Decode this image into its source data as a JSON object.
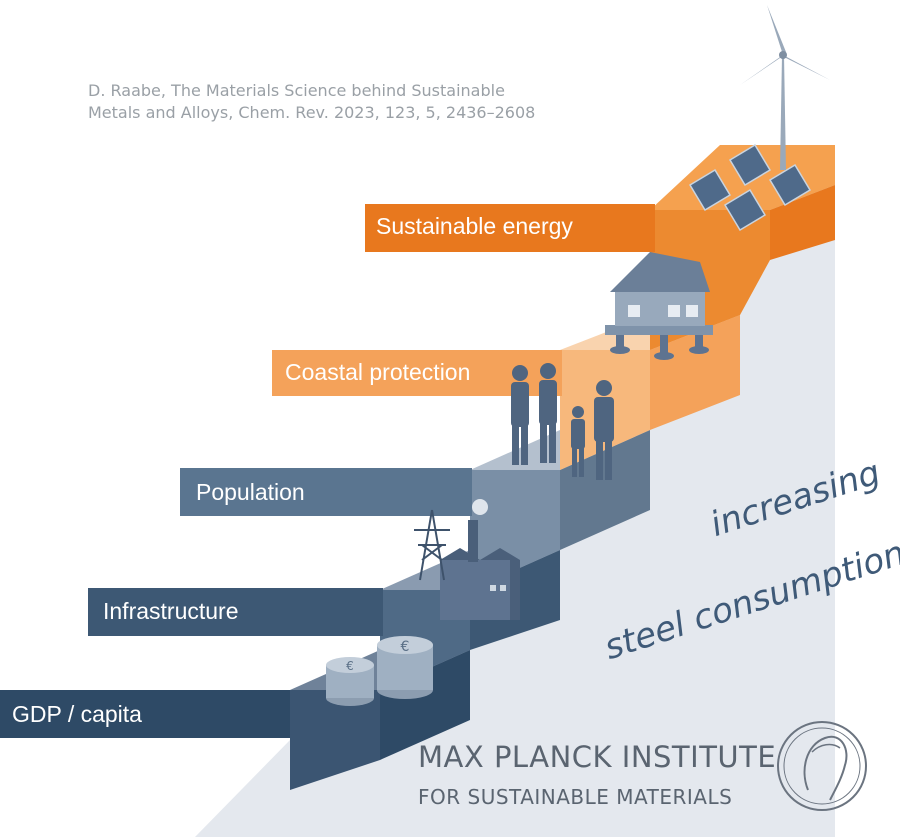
{
  "citation": {
    "line1": "D. Raabe, The Materials Science behind Sustainable",
    "line2": "Metals and Alloys, Chem. Rev. 2023, 123, 5, 2436–2608"
  },
  "steps": [
    {
      "label": "GDP / capita",
      "color": "#2e4a66"
    },
    {
      "label": "Infrastructure",
      "color": "#3d5874"
    },
    {
      "label": "Population",
      "color": "#5a7590"
    },
    {
      "label": "Coastal protection",
      "color": "#f4a25a"
    },
    {
      "label": "Sustainable energy",
      "color": "#e8781e"
    }
  ],
  "side_text": {
    "line1": "increasing",
    "line2": "steel consumption"
  },
  "institute": {
    "title": "MAX PLANCK INSTITUTE",
    "subtitle": "FOR SUSTAINABLE MATERIALS"
  },
  "icons": [
    "euro-coins-icon",
    "factory-icon",
    "power-pylon-icon",
    "people-family-icon",
    "house-on-stilts-icon",
    "solar-panel-icon",
    "wind-turbine-icon",
    "minerva-seal-icon"
  ]
}
